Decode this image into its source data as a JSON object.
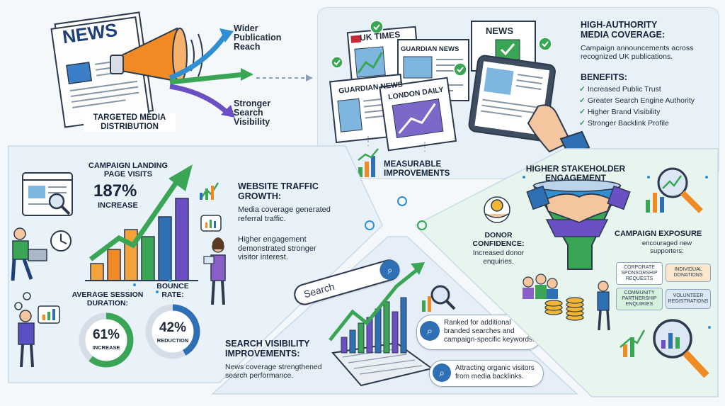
{
  "distribution": {
    "newspaper_headline": "NEWS",
    "label": "TARGETED MEDIA\nDISTRIBUTION",
    "reach_label": "Wider\nPublication\nReach",
    "visibility_label": "Stronger\nSearch\nVisibility"
  },
  "coverage": {
    "paper_uk_times": "UK TIMES",
    "paper_guardian_1": "GUARDIAN NEWS",
    "paper_guardian_2": "GUARDIAN NEWS",
    "paper_london_daily": "LONDON DAILY",
    "tablet_headline": "NEWS",
    "title": "HIGH-AUTHORITY\nMEDIA COVERAGE:",
    "description": "Campaign announcements across\nrecognized UK publications.",
    "benefits_title": "BENEFITS:",
    "benefits": [
      "Increased Public Trust",
      "Greater Search Engine Authority",
      "Higher Brand Visibility",
      "Stronger Backlink Profile"
    ],
    "measurable_label": "MEASURABLE\nIMPROVEMENTS"
  },
  "traffic": {
    "landing_label": "CAMPAIGN LANDING\nPAGE VISITS",
    "landing_value": "187%",
    "landing_change": "INCREASE",
    "title": "WEBSITE TRAFFIC\nGROWTH:",
    "desc1": "Media coverage generated\nreferral traffic.",
    "desc2": "Higher engagement\ndemonstrated stronger\nvisitor interest.",
    "session_label": "AVERAGE SESSION\nDURATION:",
    "session_value": "61%",
    "session_change": "INCREASE",
    "session_fraction": 0.61,
    "bounce_label": "BOUNCE\nRATE:",
    "bounce_value": "42%",
    "bounce_change": "REDUCTION",
    "bounce_fraction": 0.42
  },
  "search": {
    "search_placeholder": "Search",
    "title": "SEARCH VISIBILITY\nIMPROVEMENTS:",
    "desc": "News coverage strengthened\nsearch performance.",
    "point1": "Ranked for additional\nbranded searches and\ncampaign-specific keywords.",
    "point2": "Attracting organic visitors\nfrom media backlinks."
  },
  "stakeholder": {
    "title": "HIGHER STAKEHOLDER\nENGAGEMENT",
    "donor_title": "DONOR\nCONFIDENCE:",
    "donor_desc": "Increased donor\nenquiries.",
    "exposure_title": "CAMPAIGN EXPOSURE",
    "exposure_desc": "encouraged new\nsupporters:",
    "tags": [
      "CORPORATE\nSPONSORSHIP\nREQUESTS",
      "INDIVIDUAL\nDONATIONS",
      "COMMUNITY\nPARTNERSHIP\nENQUIRIES",
      "VOLUNTEER\nREGISTRATIONS"
    ]
  },
  "colors": {
    "accent_blue": "#2f6fb3",
    "accent_green": "#3aa655",
    "accent_purple": "#6b4fc4",
    "accent_orange": "#f08a24",
    "panel_tint": "#e6f0f8"
  }
}
